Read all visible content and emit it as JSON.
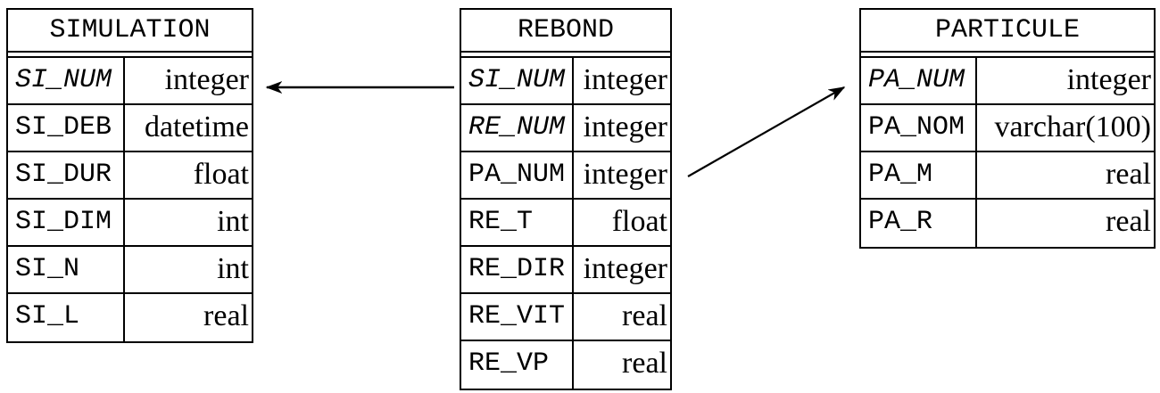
{
  "diagram": {
    "tables": [
      {
        "name": "SIMULATION",
        "columns": [
          {
            "field": "SI_NUM",
            "type": "integer",
            "primary_key": true
          },
          {
            "field": "SI_DEB",
            "type": "datetime",
            "primary_key": false
          },
          {
            "field": "SI_DUR",
            "type": "float",
            "primary_key": false
          },
          {
            "field": "SI_DIM",
            "type": "int",
            "primary_key": false
          },
          {
            "field": "SI_N",
            "type": "int",
            "primary_key": false
          },
          {
            "field": "SI_L",
            "type": "real",
            "primary_key": false
          }
        ]
      },
      {
        "name": "REBOND",
        "columns": [
          {
            "field": "SI_NUM",
            "type": "integer",
            "primary_key": true
          },
          {
            "field": "RE_NUM",
            "type": "integer",
            "primary_key": true
          },
          {
            "field": "PA_NUM",
            "type": "integer",
            "primary_key": false
          },
          {
            "field": "RE_T",
            "type": "float",
            "primary_key": false
          },
          {
            "field": "RE_DIR",
            "type": "integer",
            "primary_key": false
          },
          {
            "field": "RE_VIT",
            "type": "real",
            "primary_key": false
          },
          {
            "field": "RE_VP",
            "type": "real",
            "primary_key": false
          }
        ]
      },
      {
        "name": "PARTICULE",
        "columns": [
          {
            "field": "PA_NUM",
            "type": "integer",
            "primary_key": true
          },
          {
            "field": "PA_NOM",
            "type": "varchar(100)",
            "primary_key": false
          },
          {
            "field": "PA_M",
            "type": "real",
            "primary_key": false
          },
          {
            "field": "PA_R",
            "type": "real",
            "primary_key": false
          }
        ]
      }
    ],
    "relations": [
      {
        "from_table": "REBOND",
        "from_field": "SI_NUM",
        "to_table": "SIMULATION",
        "to_field": "SI_NUM"
      },
      {
        "from_table": "REBOND",
        "from_field": "PA_NUM",
        "to_table": "PARTICULE",
        "to_field": "PA_NUM"
      }
    ]
  },
  "colors": {
    "foreground": "#000000",
    "background": "#ffffff"
  }
}
